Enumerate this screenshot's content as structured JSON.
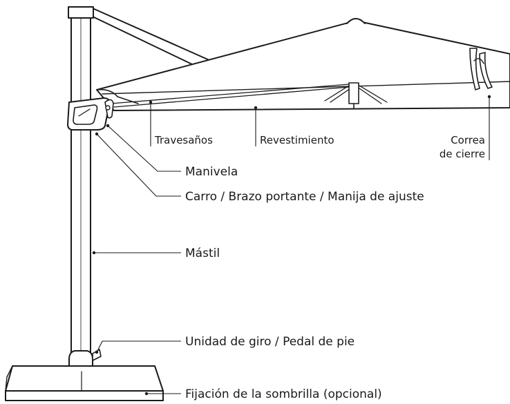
{
  "diagram": {
    "labels": {
      "travesanos": "Travesaños",
      "revestimiento": "Revestimiento",
      "correa_line1": "Correa",
      "correa_line2": "de cierre",
      "manivela": "Manivela",
      "carro": "Carro / Brazo portante / Manija de ajuste",
      "mastil": "Mástil",
      "unidad_giro": "Unidad de giro / Pedal de pie",
      "fijacion": "Fijación de la sombrilla (opcional)"
    },
    "colors": {
      "ink": "#1a1a1a",
      "background": "#ffffff"
    }
  }
}
